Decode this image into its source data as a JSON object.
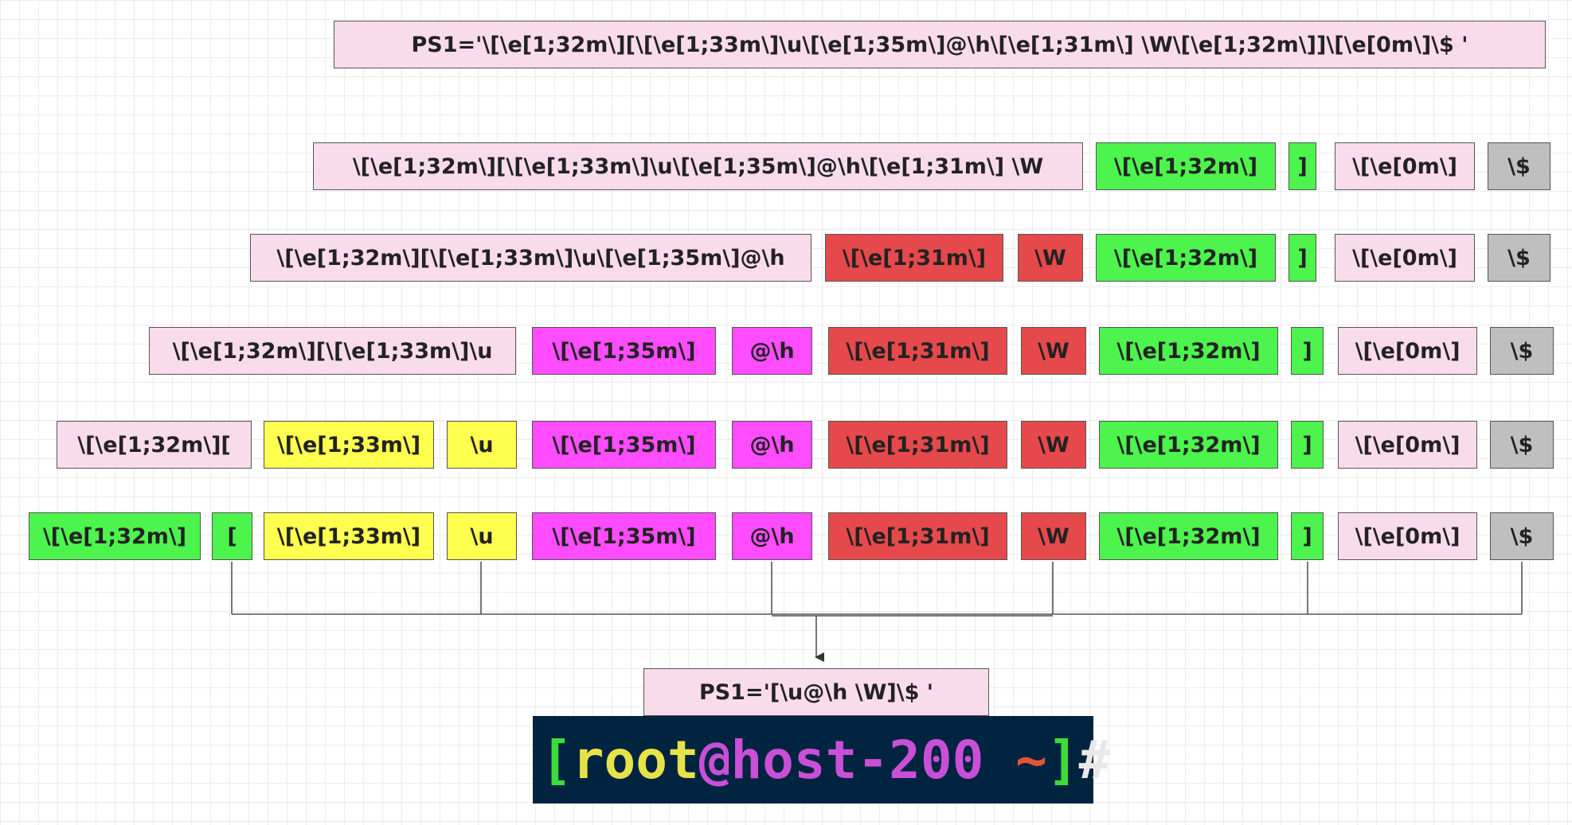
{
  "ps1_full": "PS1='\\[\\e[1;32m\\][\\[\\e[1;33m\\]\\u\\[\\e[1;35m\\]@\\h\\[\\e[1;31m\\] \\W\\[\\e[1;32m\\]]\\[\\e[0m\\]\\$ '",
  "colors": {
    "pink": "#f9dcec",
    "green": "#4df44d",
    "yellow": "#ffff4f",
    "magenta": "#ff4cff",
    "red": "#e5494b",
    "gray": "#bfbfbf",
    "terminal_bg": "#002440",
    "term_green": "#3ddc3d",
    "term_yellow": "#e8e24a",
    "term_magenta": "#c94fd6",
    "term_red": "#e0553a",
    "term_white": "#e8e8e8"
  },
  "rows": [
    {
      "boxes": [
        {
          "label": "\\[\\e[1;32m\\][\\[\\e[1;33m\\]\\u\\[\\e[1;35m\\]@\\h\\[\\e[1;31m\\] \\W",
          "color": "pink"
        },
        {
          "label": "\\[\\e[1;32m\\]",
          "color": "green"
        },
        {
          "label": "]",
          "color": "green"
        },
        {
          "label": "\\[\\e[0m\\]",
          "color": "pink"
        },
        {
          "label": "\\$",
          "color": "gray"
        }
      ]
    },
    {
      "boxes": [
        {
          "label": "\\[\\e[1;32m\\][\\[\\e[1;33m\\]\\u\\[\\e[1;35m\\]@\\h",
          "color": "pink"
        },
        {
          "label": "\\[\\e[1;31m\\]",
          "color": "red"
        },
        {
          "label": "\\W",
          "color": "red"
        },
        {
          "label": "\\[\\e[1;32m\\]",
          "color": "green"
        },
        {
          "label": "]",
          "color": "green"
        },
        {
          "label": "\\[\\e[0m\\]",
          "color": "pink"
        },
        {
          "label": "\\$",
          "color": "gray"
        }
      ]
    },
    {
      "boxes": [
        {
          "label": "\\[\\e[1;32m\\][\\[\\e[1;33m\\]\\u",
          "color": "pink"
        },
        {
          "label": "\\[\\e[1;35m\\]",
          "color": "magenta"
        },
        {
          "label": "@\\h",
          "color": "magenta"
        },
        {
          "label": "\\[\\e[1;31m\\]",
          "color": "red"
        },
        {
          "label": "\\W",
          "color": "red"
        },
        {
          "label": "\\[\\e[1;32m\\]",
          "color": "green"
        },
        {
          "label": "]",
          "color": "green"
        },
        {
          "label": "\\[\\e[0m\\]",
          "color": "pink"
        },
        {
          "label": "\\$",
          "color": "gray"
        }
      ]
    },
    {
      "boxes": [
        {
          "label": "\\[\\e[1;32m\\][",
          "color": "pink"
        },
        {
          "label": "\\[\\e[1;33m\\]",
          "color": "yellow"
        },
        {
          "label": "\\u",
          "color": "yellow"
        },
        {
          "label": "\\[\\e[1;35m\\]",
          "color": "magenta"
        },
        {
          "label": "@\\h",
          "color": "magenta"
        },
        {
          "label": "\\[\\e[1;31m\\]",
          "color": "red"
        },
        {
          "label": "\\W",
          "color": "red"
        },
        {
          "label": "\\[\\e[1;32m\\]",
          "color": "green"
        },
        {
          "label": "]",
          "color": "green"
        },
        {
          "label": "\\[\\e[0m\\]",
          "color": "pink"
        },
        {
          "label": "\\$",
          "color": "gray"
        }
      ]
    },
    {
      "boxes": [
        {
          "label": "\\[\\e[1;32m\\]",
          "color": "green"
        },
        {
          "label": "[",
          "color": "green"
        },
        {
          "label": "\\[\\e[1;33m\\]",
          "color": "yellow"
        },
        {
          "label": "\\u",
          "color": "yellow"
        },
        {
          "label": "\\[\\e[1;35m\\]",
          "color": "magenta"
        },
        {
          "label": "@\\h",
          "color": "magenta"
        },
        {
          "label": "\\[\\e[1;31m\\]",
          "color": "red"
        },
        {
          "label": "\\W",
          "color": "red"
        },
        {
          "label": "\\[\\e[1;32m\\]",
          "color": "green"
        },
        {
          "label": "]",
          "color": "green"
        },
        {
          "label": "\\[\\e[0m\\]",
          "color": "pink"
        },
        {
          "label": "\\$",
          "color": "gray"
        }
      ]
    }
  ],
  "result_ps1": "PS1='[\\u@\\h \\W]\\$ '",
  "terminal": {
    "open_bracket": "[",
    "user": "root",
    "at_host": "@host-200",
    "dir": " ~",
    "close_bracket": "]",
    "prompt_char": "# "
  }
}
